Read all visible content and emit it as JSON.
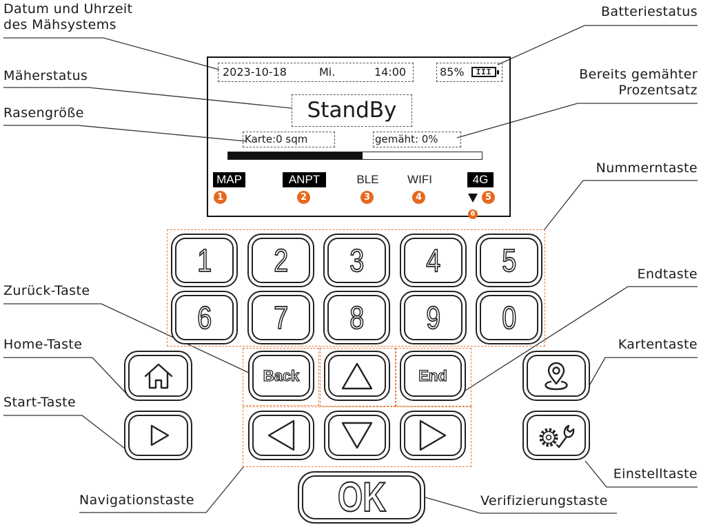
{
  "annotations": {
    "datetime_line1": "Datum und Uhrzeit",
    "datetime_line2": "des Mähsystems",
    "battery": "Batteriestatus",
    "mower_status": "Mäherstatus",
    "mowed_percent_line1": "Bereits gemähter",
    "mowed_percent_line2": "Prozentsatz",
    "lawn_size": "Rasengröße",
    "number_keys": "Nummerntaste",
    "back_key": "Zurück-Taste",
    "end_key": "Endtaste",
    "home_key": "Home-Taste",
    "map_key": "Kartentaste",
    "start_key": "Start-Taste",
    "settings_key": "Einstelltaste",
    "navigation_keys": "Navigationstaste",
    "ok_key": "Verifizierungstaste"
  },
  "screen": {
    "date": "2023-10-18",
    "weekday": "Mi.",
    "time": "14:00",
    "battery_percent": "85%",
    "battery_bars": "III",
    "status": "StandBy",
    "map_size": "Karte:0 sqm",
    "mowed": "gemäht: 0%",
    "progress_fill_fraction": 0.53,
    "indicators": [
      {
        "label": "MAP",
        "highlighted": true
      },
      {
        "label": "ANPT",
        "highlighted": true
      },
      {
        "label": "BLE",
        "highlighted": false
      },
      {
        "label": "WIFI",
        "highlighted": false
      },
      {
        "label": "4G",
        "highlighted": true
      }
    ],
    "markers": [
      "1",
      "2",
      "3",
      "4",
      "5",
      "6"
    ]
  },
  "keys": {
    "digits": [
      "1",
      "2",
      "3",
      "4",
      "5",
      "6",
      "7",
      "8",
      "9",
      "0"
    ],
    "back": "Back",
    "end": "End",
    "ok": "OK",
    "icons": {
      "home": "home-icon",
      "start": "play-icon",
      "up": "arrow-up-icon",
      "down": "arrow-down-icon",
      "left": "arrow-left-icon",
      "right": "arrow-right-icon",
      "map": "map-pin-icon",
      "settings": "gear-wrench-icon",
      "signal": "signal-arrow-icon"
    }
  },
  "colors": {
    "accent": "#e5691e",
    "dashed_outline": "#e8793a",
    "highlight_background": "#000000"
  }
}
